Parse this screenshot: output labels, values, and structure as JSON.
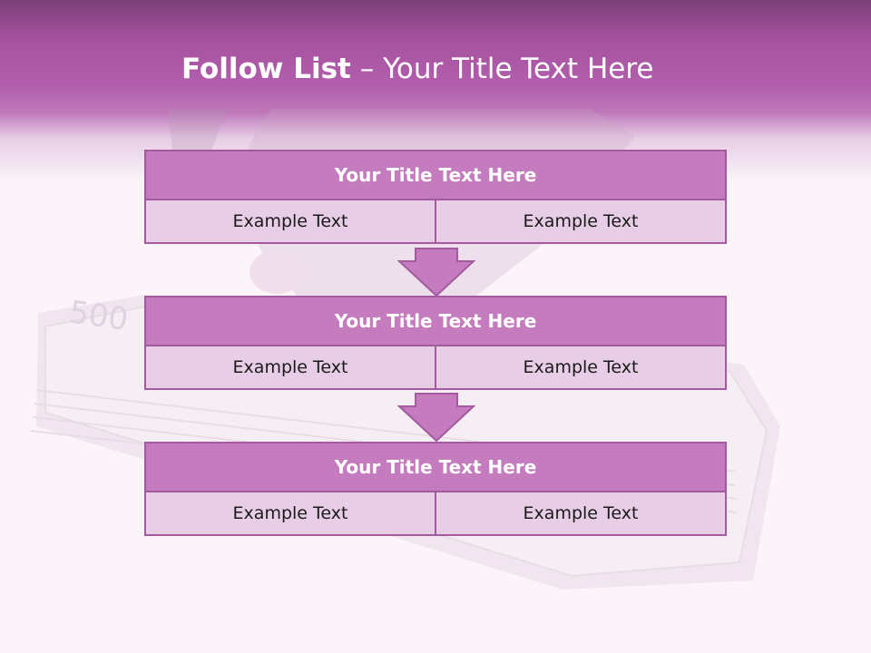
{
  "slide": {
    "title_bold": "Follow List",
    "title_rest": " – Your Title Text Here",
    "blocks": [
      {
        "title": "Your Title Text Here",
        "left": "Example Text",
        "right": "Example Text"
      },
      {
        "title": "Your Title Text Here",
        "left": "Example Text",
        "right": "Example Text"
      },
      {
        "title": "Your Title Text Here",
        "left": "Example Text",
        "right": "Example Text"
      }
    ]
  },
  "colors": {
    "header": "#a6529f",
    "block_title": "#c57cbe",
    "block_cell": "#e7cde5",
    "border": "#a45a9e",
    "arrow": "#c57cbe"
  }
}
